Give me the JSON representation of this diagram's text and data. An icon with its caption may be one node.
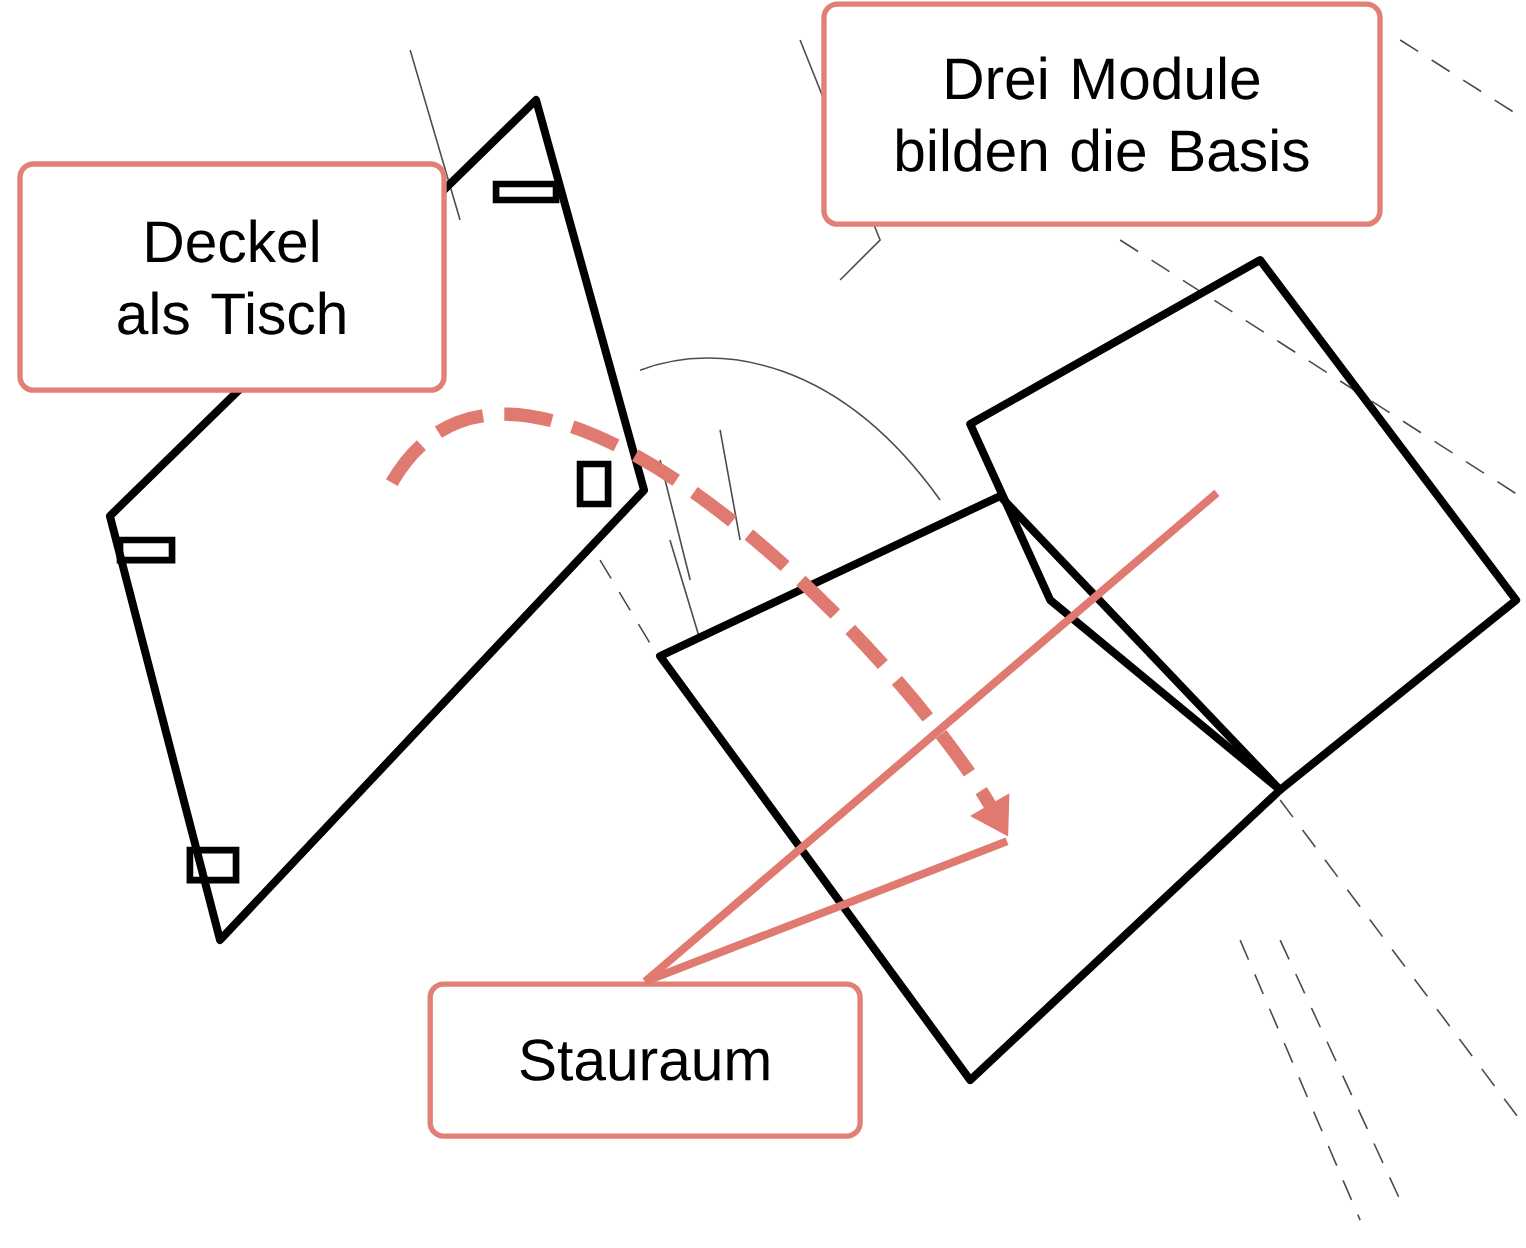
{
  "diagram": {
    "nodes": [
      {
        "text": [
          "Deckel als Tisch"
        ]
      },
      {
        "text": [
          "Drei Module bilden die Basis"
        ]
      },
      {
        "text": [
          "Stauraum"
        ]
      },
      {
        "text": [],
        "shape": "picture"
      },
      {
        "text": [],
        "shape": "box"
      },
      {
        "text": [],
        "shape": "box"
      }
    ],
    "edges": [
      {
        "from": 3,
        "to": 5,
        "arrow": "to",
        "style": "dashed"
      },
      {
        "from": 2,
        "to": 4,
        "arrow": "none"
      },
      {
        "from": 2,
        "to": 5,
        "arrow": "none"
      }
    ]
  }
}
